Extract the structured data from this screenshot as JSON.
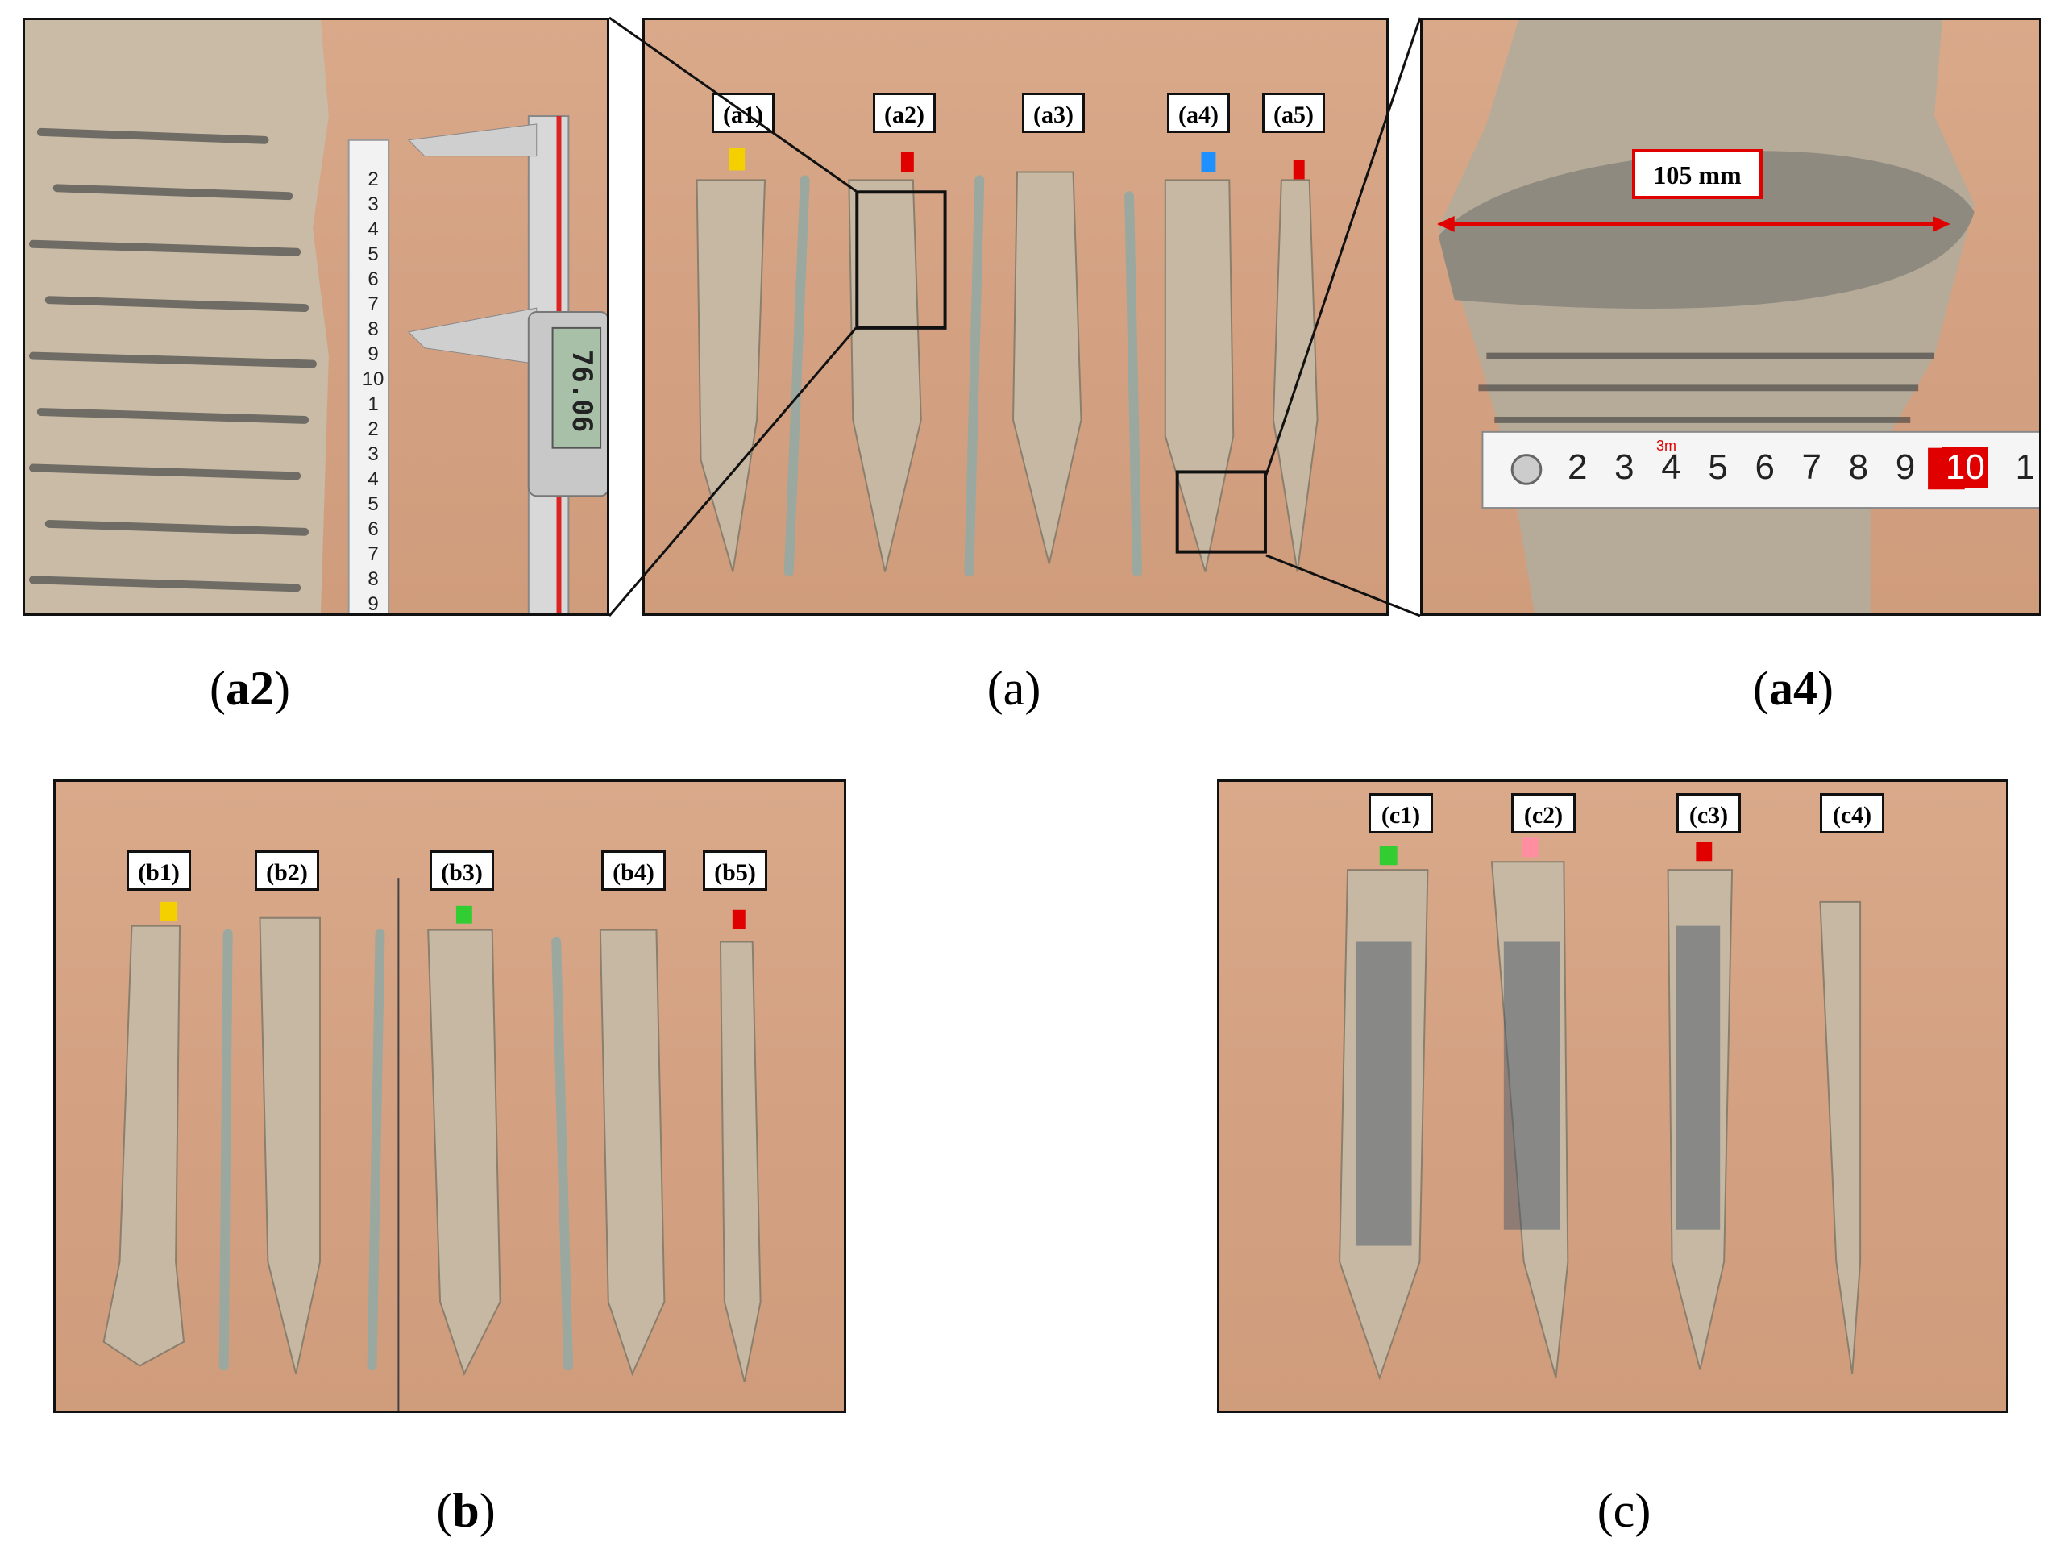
{
  "captions": {
    "a2": "a2",
    "a": "a",
    "a4": "a4",
    "b": "b",
    "c": "c"
  },
  "panel_a": {
    "labels": [
      "(a1)",
      "(a2)",
      "(a3)",
      "(a4)",
      "(a5)"
    ]
  },
  "panel_b": {
    "labels": [
      "(b1)",
      "(b2)",
      "(b3)",
      "(b4)",
      "(b5)"
    ]
  },
  "panel_c": {
    "labels": [
      "(c1)",
      "(c2)",
      "(c3)",
      "(c4)"
    ]
  },
  "inset_a4": {
    "dimension_label": "105 mm",
    "tape_numbers": [
      "2",
      "3",
      "4",
      "5",
      "6",
      "7",
      "8",
      "9",
      "10",
      "1"
    ],
    "tape_unit": "3m"
  },
  "inset_a2": {
    "caliper_reading": "76.06",
    "ruler_numbers": [
      "2",
      "3",
      "4",
      "5",
      "6",
      "7",
      "8",
      "9",
      "10",
      "1",
      "2",
      "3",
      "4",
      "5",
      "6",
      "7",
      "8",
      "9"
    ]
  },
  "colors": {
    "wood": "#d4a283",
    "clay": "#c9bba5",
    "rod": "#9aa8a0",
    "dimension_red": "#e00000"
  }
}
